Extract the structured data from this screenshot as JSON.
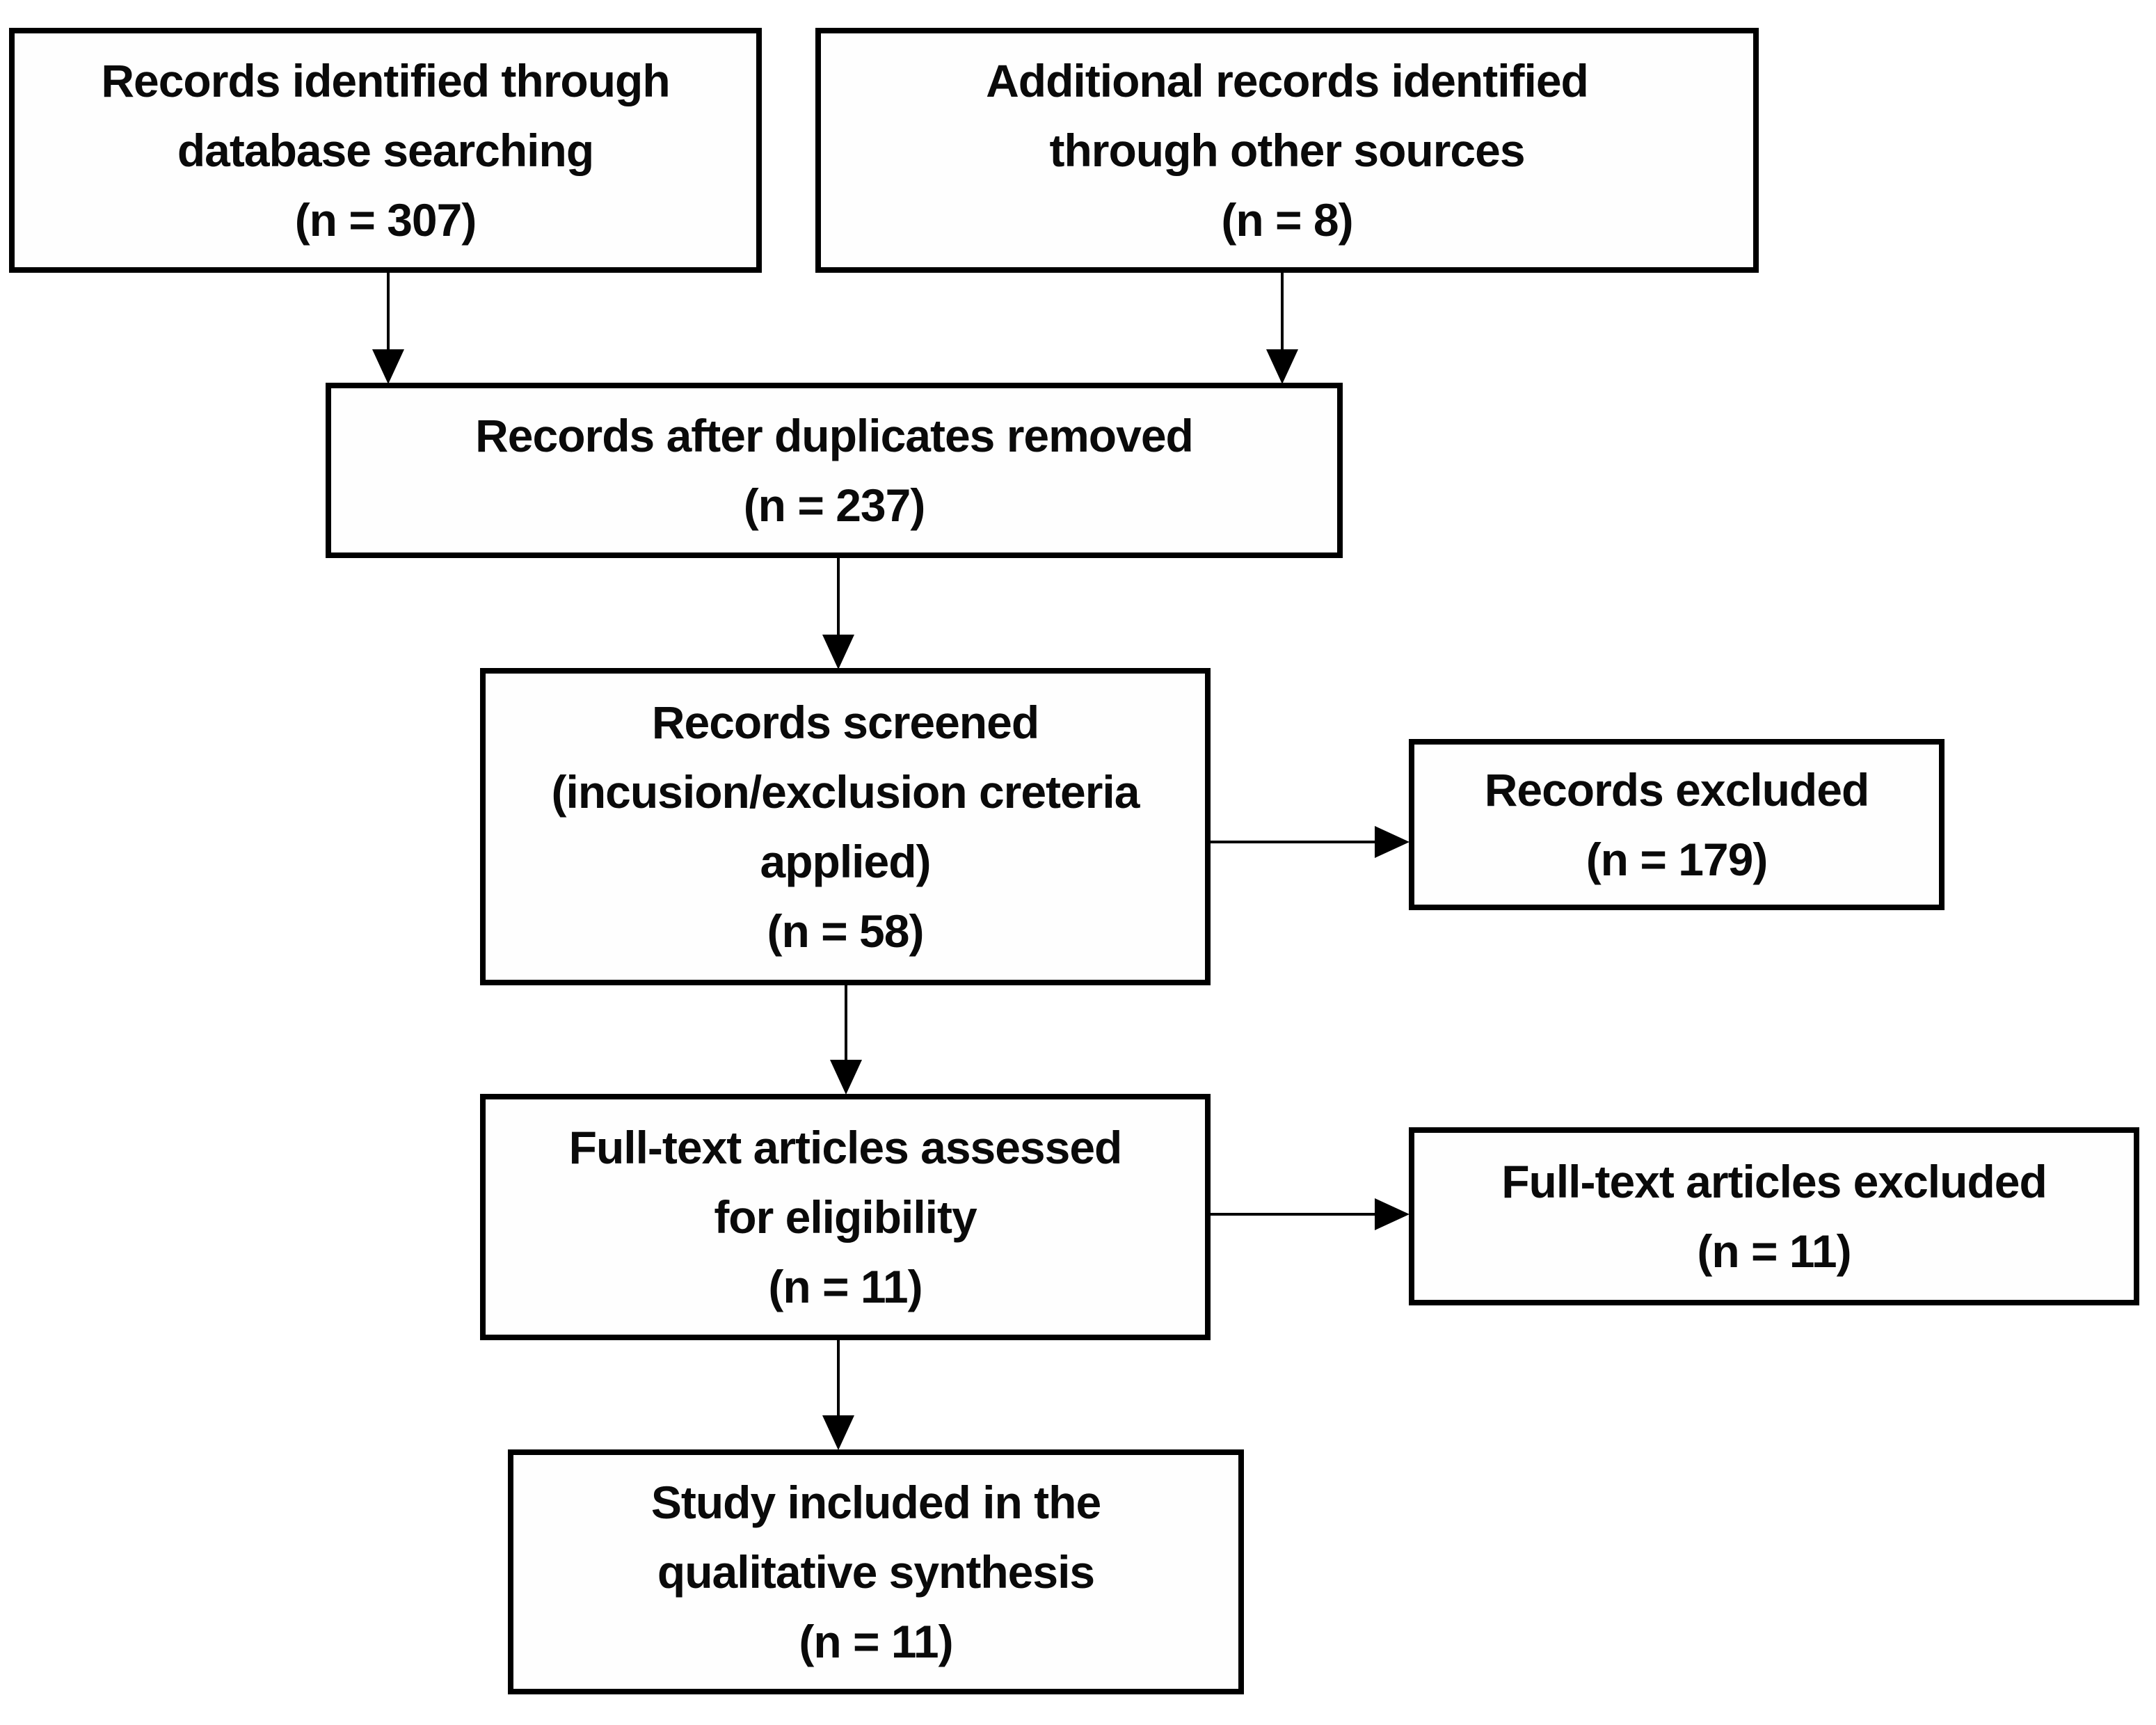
{
  "diagram": {
    "kind": "prisma-flowchart",
    "colors": {
      "border": "#000000",
      "text": "#0a0a0a",
      "background": "#ffffff"
    },
    "nodes": [
      {
        "id": "records-identified-database",
        "n": 307,
        "lines": [
          "Records identified through",
          "database searching",
          "(n = 307)"
        ]
      },
      {
        "id": "additional-records-other-sources",
        "n": 8,
        "lines": [
          "Additional records identified",
          "through other sources",
          "(n = 8)"
        ]
      },
      {
        "id": "records-after-duplicates-removed",
        "n": 237,
        "lines": [
          "Records after duplicates removed",
          "(n = 237)"
        ]
      },
      {
        "id": "records-screened",
        "n": 58,
        "lines": [
          "Records screened",
          "(incusion/exclusion creteria",
          "applied)",
          "(n = 58)"
        ]
      },
      {
        "id": "records-excluded",
        "n": 179,
        "lines": [
          "Records excluded",
          "(n = 179)"
        ]
      },
      {
        "id": "fulltext-articles-assessed",
        "n": 11,
        "lines": [
          "Full-text articles assessed",
          "for eligibility",
          "(n = 11)"
        ]
      },
      {
        "id": "fulltext-articles-excluded",
        "n": 11,
        "lines": [
          "Full-text articles excluded",
          "(n = 11)"
        ]
      },
      {
        "id": "study-included-qualitative-synthesis",
        "n": 11,
        "lines": [
          "Study included in the",
          "qualitative synthesis",
          "(n = 11)"
        ]
      }
    ],
    "edges": [
      {
        "from": "records-identified-database",
        "to": "records-after-duplicates-removed"
      },
      {
        "from": "additional-records-other-sources",
        "to": "records-after-duplicates-removed"
      },
      {
        "from": "records-after-duplicates-removed",
        "to": "records-screened"
      },
      {
        "from": "records-screened",
        "to": "records-excluded"
      },
      {
        "from": "records-screened",
        "to": "fulltext-articles-assessed"
      },
      {
        "from": "fulltext-articles-assessed",
        "to": "fulltext-articles-excluded"
      },
      {
        "from": "fulltext-articles-assessed",
        "to": "study-included-qualitative-synthesis"
      }
    ]
  }
}
